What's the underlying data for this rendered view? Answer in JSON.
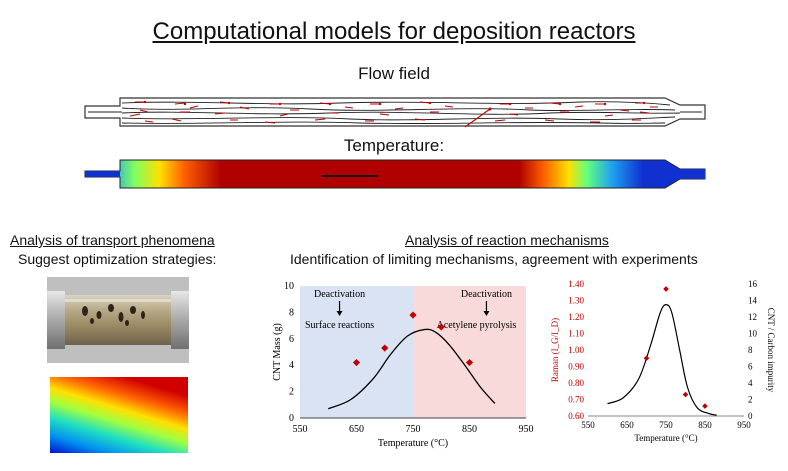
{
  "page": {
    "title": "Computational models for deposition reactors",
    "flow_label": "Flow field",
    "temp_label": "Temperature:",
    "transport_title": "Analysis of transport phenomena",
    "transport_subtitle": "Suggest optimization strategies:",
    "mechanisms_title": "Analysis of reaction mechanisms",
    "mechanisms_subtitle": "Identification of limiting mechanisms, agreement with experiments"
  },
  "colors": {
    "marker": "#c00000",
    "left_region": "#dae3f3",
    "right_region": "#f8dada",
    "raman_axis": "#c00000"
  },
  "chart_data": [
    {
      "type": "scatter",
      "xlabel": "Temperature (°C)",
      "ylabel": "CNT Mass (g)",
      "xlim": [
        550,
        950
      ],
      "ylim": [
        0,
        10
      ],
      "xticks": [
        "550",
        "650",
        "750",
        "850",
        "950"
      ],
      "yticks": [
        "0",
        "2",
        "4",
        "6",
        "8",
        "10"
      ],
      "regions": [
        {
          "x0": 550,
          "x1": 750,
          "label_top": "Deactivation",
          "label_bottom": "Surface reactions"
        },
        {
          "x0": 750,
          "x1": 950,
          "label_top": "Deactivation",
          "label_bottom": "Acetylene pyrolysis"
        }
      ],
      "points": [
        [
          650,
          4.2
        ],
        [
          700,
          5.3
        ],
        [
          750,
          7.8
        ],
        [
          800,
          6.9
        ],
        [
          850,
          4.2
        ]
      ],
      "curve": [
        [
          600,
          0.7
        ],
        [
          640,
          1.4
        ],
        [
          680,
          3.0
        ],
        [
          710,
          4.8
        ],
        [
          740,
          6.2
        ],
        [
          770,
          6.7
        ],
        [
          790,
          6.5
        ],
        [
          815,
          5.5
        ],
        [
          845,
          3.8
        ],
        [
          870,
          2.3
        ],
        [
          895,
          1.1
        ]
      ]
    },
    {
      "type": "scatter",
      "xlabel": "Temperature (°C)",
      "ylabel_left": "Raman (I_G/I_D)",
      "ylabel_right": "CNT / Carbon impurity",
      "xlim": [
        550,
        950
      ],
      "ylim_left": [
        0.6,
        1.4
      ],
      "ylim_right": [
        0,
        16
      ],
      "xticks": [
        "550",
        "650",
        "750",
        "850",
        "950"
      ],
      "yticks_left": [
        "0.60",
        "0.70",
        "0.80",
        "0.90",
        "1.00",
        "1.10",
        "1.20",
        "1.30",
        "1.40"
      ],
      "yticks_right": [
        "0",
        "2",
        "4",
        "6",
        "8",
        "10",
        "12",
        "14",
        "16"
      ],
      "points_raman": [
        [
          700,
          0.95
        ],
        [
          750,
          1.37
        ],
        [
          800,
          0.73
        ],
        [
          850,
          0.66
        ]
      ],
      "curve_ratio": [
        [
          600,
          1.5
        ],
        [
          640,
          2.2
        ],
        [
          680,
          4.5
        ],
        [
          710,
          8.5
        ],
        [
          735,
          12.5
        ],
        [
          750,
          13.5
        ],
        [
          765,
          12.5
        ],
        [
          785,
          8.0
        ],
        [
          805,
          3.5
        ],
        [
          830,
          1.0
        ],
        [
          860,
          0.3
        ],
        [
          880,
          0.1
        ]
      ]
    }
  ]
}
